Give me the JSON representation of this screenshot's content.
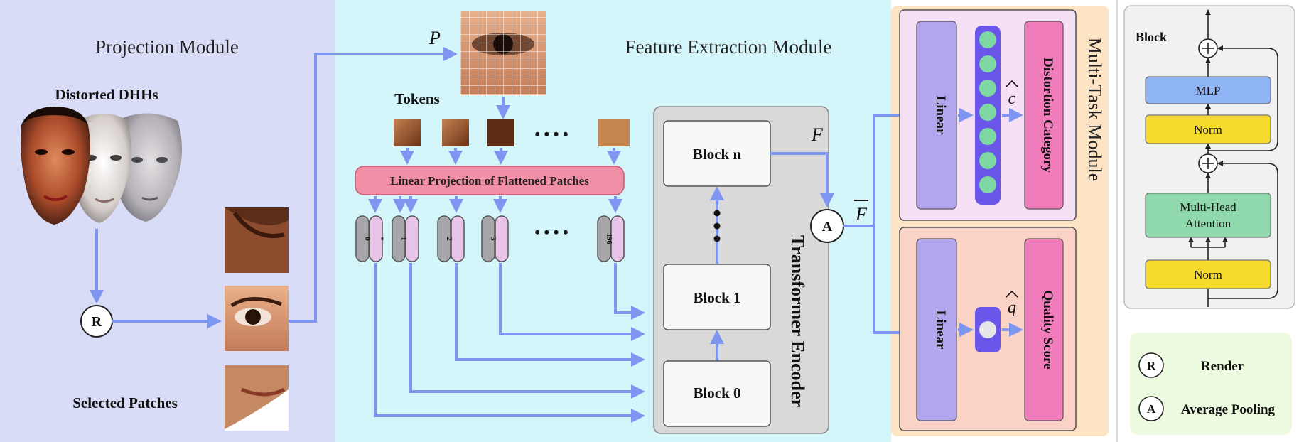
{
  "projection": {
    "title": "Projection Module",
    "distorted_label": "Distorted DHHs",
    "selected_label": "Selected Patches",
    "render_symbol": "R"
  },
  "feature": {
    "title": "Feature Extraction Module",
    "p_label": "P",
    "tokens_label": "Tokens",
    "ellipsis": "• • • •",
    "linear_projection": "Linear Projection of Flattened Patches",
    "position_ids": [
      "0",
      "*",
      "1",
      "2",
      "3",
      "196"
    ],
    "encoder": {
      "label": "Transformer Encoder",
      "block_n": "Block n",
      "block_1": "Block 1",
      "block_0": "Block 0"
    },
    "f_label": "F",
    "f_bar_label": "F",
    "avg_symbol": "A"
  },
  "multitask": {
    "title": "Multi-Task Module",
    "linear_top": "Linear",
    "linear_bottom": "Linear",
    "c_hat": "c",
    "q_hat": "q",
    "distortion_category": "Distortion Category",
    "quality_score": "Quality Score"
  },
  "block_detail": {
    "title": "Block",
    "mlp": "MLP",
    "norm_top": "Norm",
    "attention_line1": "Multi-Head",
    "attention_line2": "Attention",
    "norm_bottom": "Norm"
  },
  "legend": {
    "render_symbol": "R",
    "render_label": "Render",
    "avg_symbol": "A",
    "avg_label": "Average Pooling"
  },
  "colors": {
    "arrow": "#7f96f0",
    "projection_bg": "#d9dcf7",
    "feature_bg": "#d4f6fb",
    "multitask_bg": "#fde4c4",
    "linear_proj": "#f18fa6",
    "linear_box": "#b3a6ef",
    "pink_box": "#f07cbc",
    "dot_green": "#7dd8a4",
    "mlp": "#8fb4f5",
    "norm": "#f5da2c",
    "attention": "#8fd9ad"
  }
}
